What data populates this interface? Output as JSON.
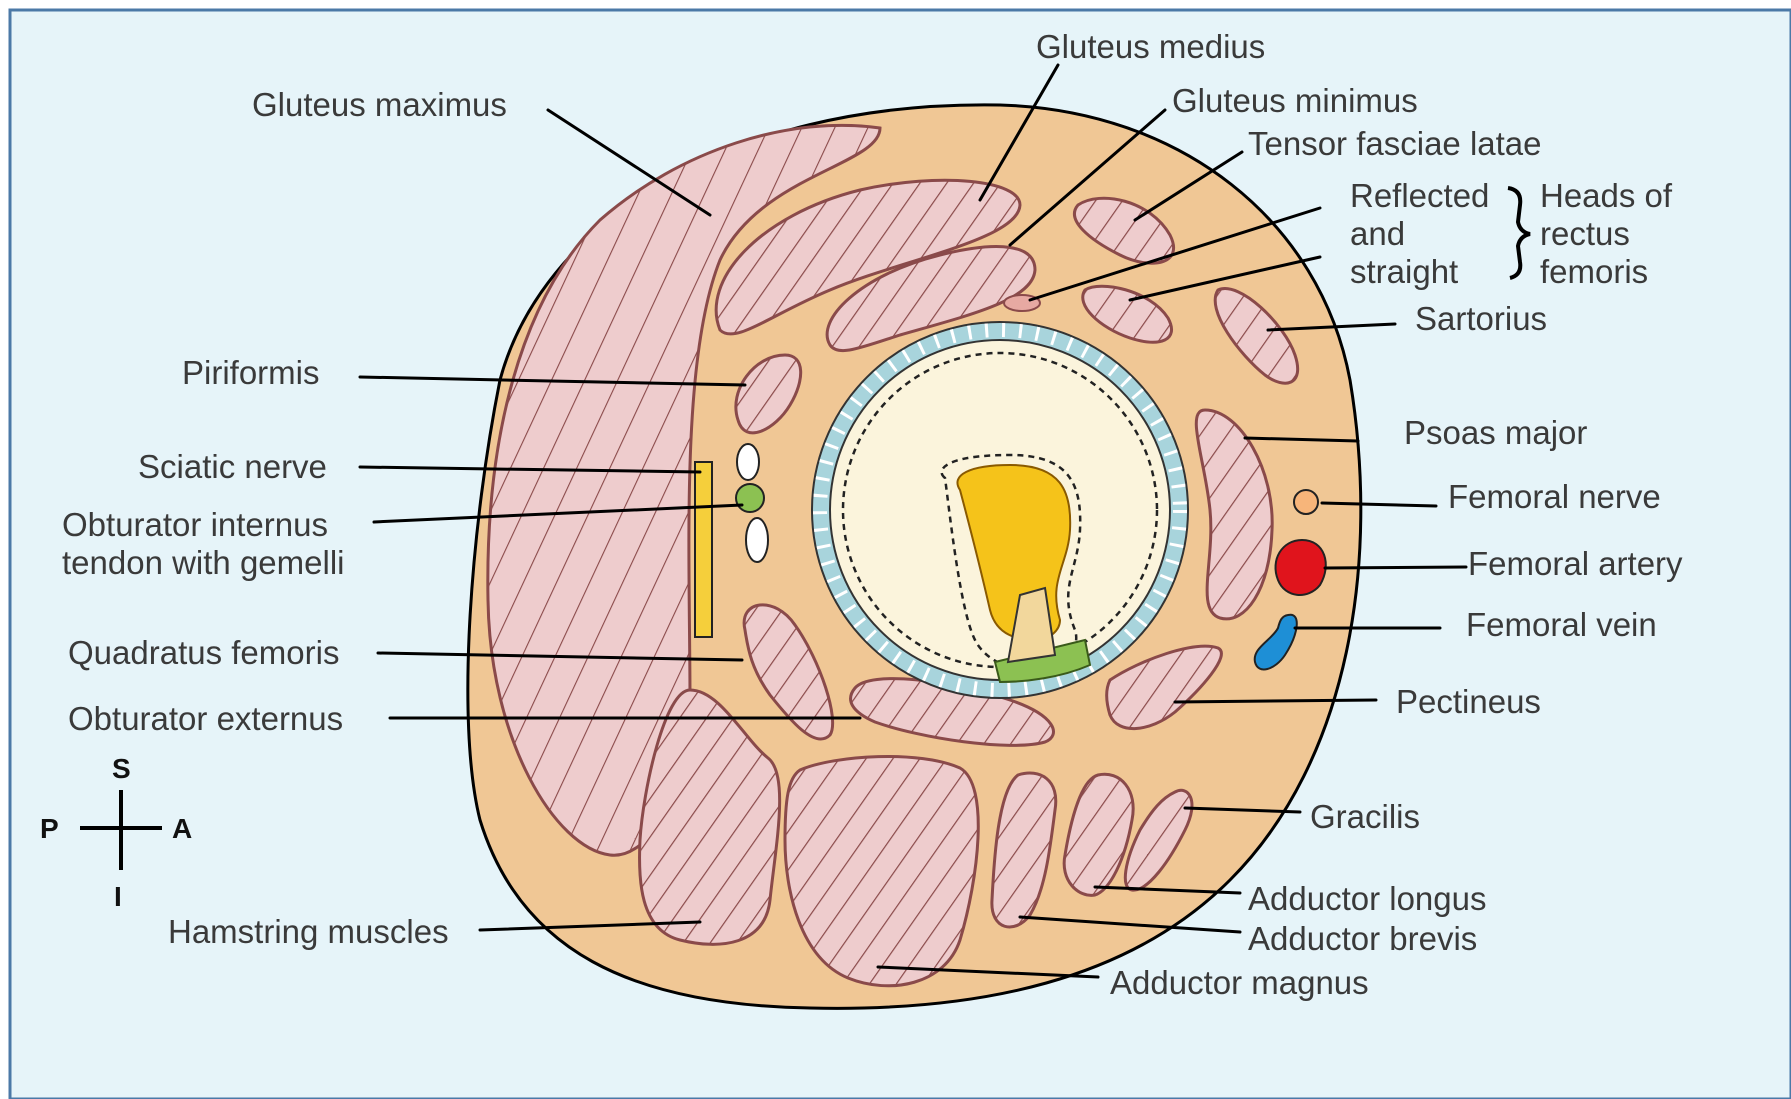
{
  "colors": {
    "background": "#e6f4f9",
    "frame": "#4b79a7",
    "thigh": "#f0c795",
    "muscle_fill": "#eecccd",
    "muscle_line": "#8a4a4a",
    "marrow": "#f5c31a",
    "bone_inner": "#fbf4dc",
    "periosteum": "#a8d4dc",
    "femoral_artery": "#e0141c",
    "femoral_vein": "#1e8fd6",
    "femoral_nerve": "#f7b57a",
    "obturator_tendon": "#8cc152",
    "sciatic_nerve": "#f5cf3b"
  },
  "labels": {
    "gluteus_medius": "Gluteus medius",
    "gluteus_maximus": "Gluteus maximus",
    "gluteus_minimus": "Gluteus minimus",
    "tensor_fasciae_latae": "Tensor fasciae latae",
    "reflected": "Reflected",
    "and": "and",
    "straight": "straight",
    "heads_of": "Heads of",
    "rectus": "rectus",
    "femoris": "femoris",
    "sartorius": "Sartorius",
    "piriformis": "Piriformis",
    "psoas_major": "Psoas major",
    "sciatic_nerve": "Sciatic nerve",
    "femoral_nerve": "Femoral nerve",
    "obturator_internus_1": "Obturator internus",
    "obturator_internus_2": "tendon with gemelli",
    "femoral_artery": "Femoral artery",
    "femoral_vein": "Femoral vein",
    "quadratus_femoris": "Quadratus femoris",
    "obturator_externus": "Obturator externus",
    "pectineus": "Pectineus",
    "gracilis": "Gracilis",
    "adductor_longus": "Adductor longus",
    "adductor_brevis": "Adductor brevis",
    "hamstring_muscles": "Hamstring muscles",
    "adductor_magnus": "Adductor magnus"
  },
  "orientation": {
    "superior": "S",
    "inferior": "I",
    "posterior": "P",
    "anterior": "A"
  }
}
